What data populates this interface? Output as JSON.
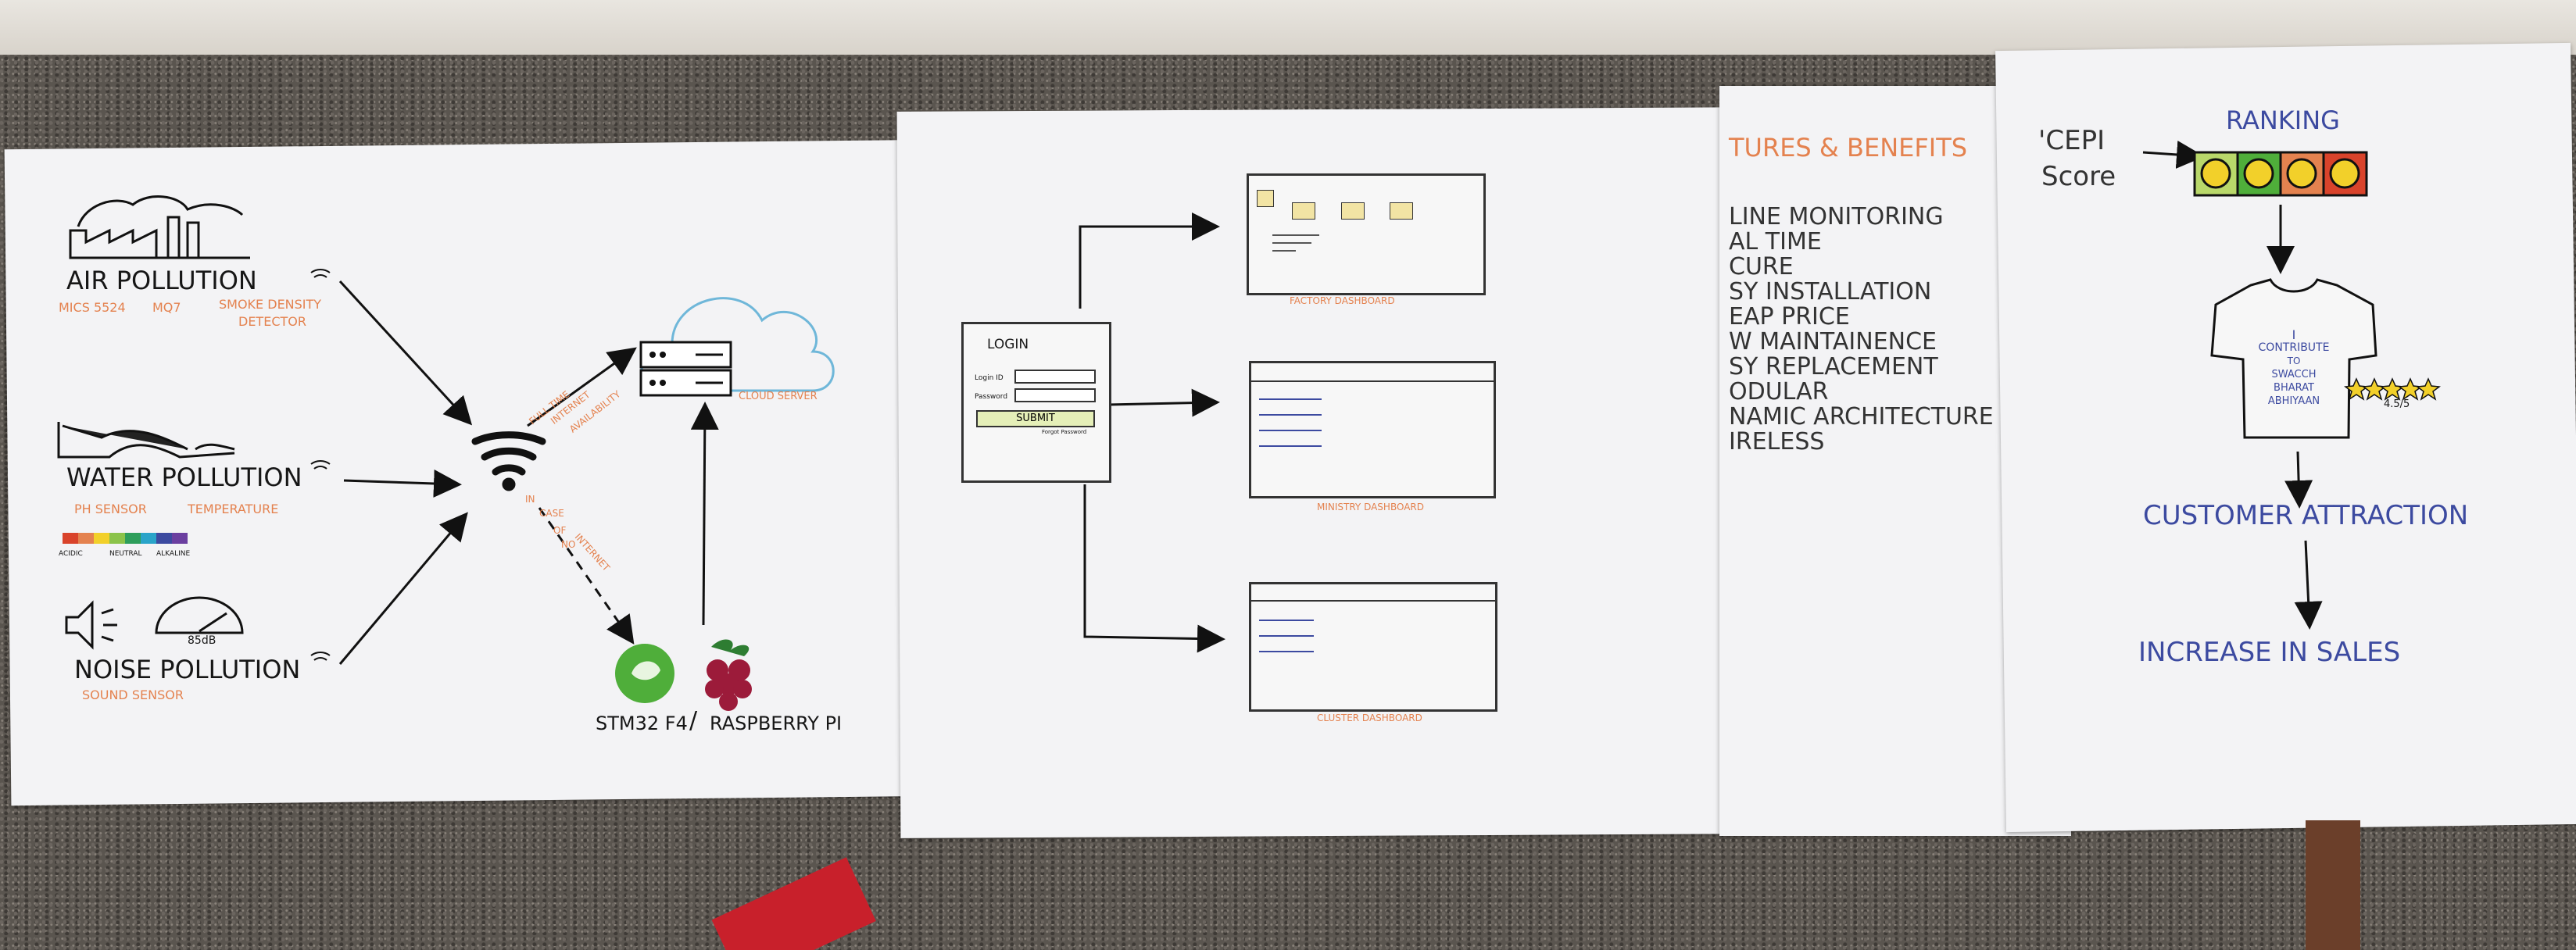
{
  "air": {
    "title": "AIR POLLUTION",
    "sensor1": "MICS 5524",
    "sensor2": "MQ7",
    "sensor3": "SMOKE DENSITY",
    "sensor3b": "DETECTOR"
  },
  "water": {
    "title": "WATER POLLUTION",
    "sensor1": "PH SENSOR",
    "sensor2": "TEMPERATURE",
    "scale1": "ACIDIC",
    "scale2": "NEUTRAL",
    "scale3": "ALKALINE"
  },
  "noise": {
    "title": "NOISE POLLUTION",
    "sensor1": "SOUND SENSOR",
    "meter_label": "85dB"
  },
  "links": {
    "full_time": "FULL TIME",
    "internet": "INTERNET",
    "availability": "AVAILABILITY",
    "in": "IN",
    "case": "CASE",
    "of": "OF",
    "no": "NO",
    "internet2": "INTERNET"
  },
  "cloud_label": "CLOUD SERVER",
  "boards": {
    "stm": "STM32 F4",
    "sep": "/",
    "pi": "RASPBERRY PI"
  },
  "login": {
    "title": "LOGIN",
    "login_id": "Login ID",
    "password": "Password",
    "submit": "SUBMIT",
    "forgot": "Forgot Password"
  },
  "dashboards": {
    "factory": "FACTORY DASHBOARD",
    "ministry": "MINISTRY DASHBOARD",
    "cluster": "CLUSTER DASHBOARD"
  },
  "features": {
    "title": "TURES & BENEFITS",
    "items": [
      "LINE MONITORING",
      "AL TIME",
      "CURE",
      "SY INSTALLATION",
      "EAP PRICE",
      "W MAINTAINENCE",
      "SY REPLACEMENT",
      "ODULAR",
      "NAMIC ARCHITECTURE",
      "IRELESS"
    ]
  },
  "cepi": {
    "line1": "'CEPI",
    "line2": "Score"
  },
  "ranking": "RANKING",
  "shirt": {
    "l1": "I",
    "l2": "CONTRIBUTE",
    "l3": "TO",
    "l4": "SWACCH",
    "l5": "BHARAT",
    "l6": "ABHIYAAN",
    "rating": "4.5/5"
  },
  "attraction": "CUSTOMER ATTRACTION",
  "sales": "INCREASE IN SALES",
  "colors": {
    "orange": "#e4824f",
    "blue": "#3c4aa0",
    "green": "#4fae3a",
    "yellow": "#f2d02a",
    "red": "#d9432b",
    "lime": "#b9d86a"
  }
}
